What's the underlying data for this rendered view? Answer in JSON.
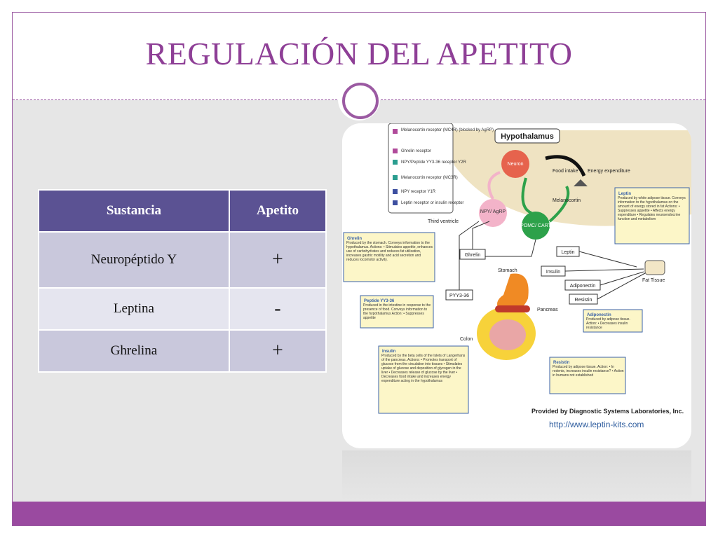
{
  "title": "REGULACIÓN DEL APETITO",
  "table": {
    "headers": [
      "Sustancia",
      "Apetito"
    ],
    "rows": [
      {
        "name": "Neuropéptido Y",
        "effect": "+"
      },
      {
        "name": "Leptina",
        "effect": "-"
      },
      {
        "name": "Ghrelina",
        "effect": "+"
      }
    ]
  },
  "diagram": {
    "legend": [
      "Melanocortin receptor (MC4R) (blocked by AgRP)",
      "Ghrelin receptor",
      "NPY/Peptide YY3-36 receptor Y2R",
      "Melanocortin receptor (MC3R)",
      "NPY receptor Y1R",
      "Leptin receptor or insulin receptor"
    ],
    "hypothalamus": "Hypothalamus",
    "neuron": "Neuron",
    "food_intake": "Food intake",
    "energy_expenditure": "Energy expenditure",
    "npy_agrp": "NPY/ AgRP",
    "pomc_cart": "POMC/ CART",
    "melanocortin": "Melanocortin",
    "third_ventricle": "Third ventricle",
    "ghrelin": "Ghrelin",
    "stomach": "Stomach",
    "leptin": "Leptin",
    "insulin": "Insulin",
    "adiponectin": "Adiponectin",
    "resistin": "Resistin",
    "fat_tissue": "Fat Tissue",
    "pancreas": "Pancreas",
    "pyy": "PYY3-36",
    "colon": "Colon",
    "provided_by": "Provided by Diagnostic Systems Laboratories, Inc.",
    "url": "http://www.leptin-kits.com",
    "boxes": {
      "leptin_title": "Leptin",
      "leptin_text": "Produced by white adipose tissue. Conveys information to the hypothalamus on the amount of energy stored in fat",
      "leptin_actions": "Actions: • Suppresses appetite • Affects energy expenditure • Regulates neuroendocrine function and metabolism",
      "ghrelin_title": "Ghrelin",
      "ghrelin_text": "Produced by the stomach. Conveys information to the hypothalamus.",
      "ghrelin_actions": "Actions: • Stimulates appetite, enhances use of carbohydrates and reduces fat utilization, increases gastric motility and acid secretion and reduces locomotor activity.",
      "pyy_title": "Peptide YY3-36",
      "pyy_text": "Produced in the intestine in response to the presence of food. Conveys information to the hypothalamus",
      "pyy_actions": "Action: • Suppresses appetite",
      "adipo_title": "Adiponectin",
      "adipo_text": "Produced by adipose tissue.",
      "adipo_actions": "Action: • Decreases insulin resistance",
      "insulin_title": "Insulin",
      "insulin_text": "Produced by the beta cells of the Islets of Langerhans of the pancreas.",
      "insulin_actions": "Actions: • Promotes transport of glucose from the circulation into tissues • Stimulates uptake of glucose and deposition of glycogen in the liver • Decreases release of glucose by the liver • Decreases food intake and increases energy expenditure acting in the hypothalamus",
      "resistin_title": "Resistin",
      "resistin_text": "Produced by adipose tissue.",
      "resistin_actions": "Action: • In rodents, increases insulin resistance? • Action in humans not established"
    }
  },
  "colors": {
    "accent": "#9b5aa2",
    "title": "#8e3f96",
    "table_header": "#5b5293",
    "row_dark": "#c9c8dc",
    "row_light": "#e5e5ef",
    "footer": "#9a4aa0"
  }
}
